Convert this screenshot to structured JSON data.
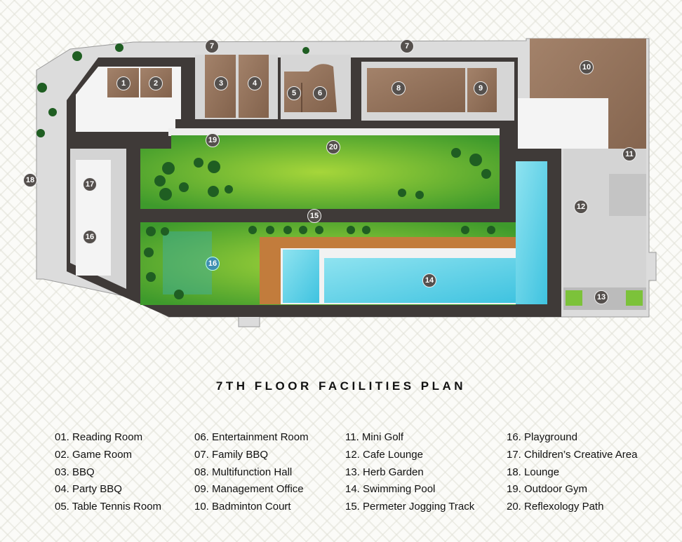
{
  "title": "7TH FLOOR FACILITIES PLAN",
  "markers": {
    "m1": "1",
    "m2": "2",
    "m3": "3",
    "m4": "4",
    "m5": "5",
    "m6": "6",
    "m7a": "7",
    "m7b": "7",
    "m8": "8",
    "m9": "9",
    "m10": "10",
    "m11": "11",
    "m12": "12",
    "m13": "13",
    "m14": "14",
    "m15": "15",
    "m16a": "16",
    "m16b": "16",
    "m17": "17",
    "m18": "18",
    "m19": "19",
    "m20": "20"
  },
  "legend": [
    [
      "01. Reading Room",
      "02. Game Room",
      "03. BBQ",
      "04. Party BBQ",
      "05. Table Tennis Room"
    ],
    [
      "06. Entertainment Room",
      "07. Family BBQ",
      "08. Multifunction Hall",
      "09. Management Office",
      "10. Badminton Court"
    ],
    [
      "11. Mini Golf",
      "12. Cafe Lounge",
      "13. Herb Garden",
      "14. Swimming Pool",
      "15. Permeter Jogging Track"
    ],
    [
      "16. Playground",
      "17. Children’s Creative Area",
      "18. Lounge",
      "19. Outdoor Gym",
      "20. Reflexology Path"
    ]
  ],
  "colors": {
    "room": "#8c6b55",
    "track": "#3f3a38",
    "lawn": "#5fae2e",
    "pool": "#5fd0e6",
    "deck": "#c07a3a"
  }
}
